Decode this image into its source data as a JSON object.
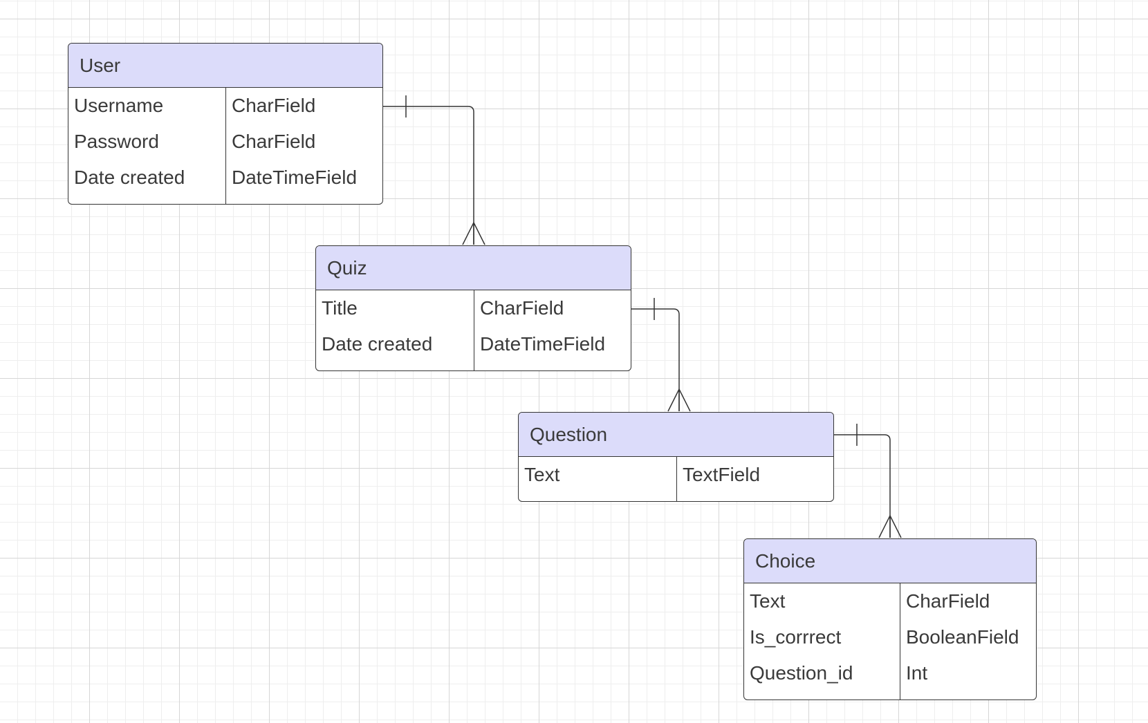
{
  "diagram": {
    "entities": [
      {
        "id": "user",
        "title": "User",
        "rows": [
          {
            "field": "Username",
            "type": "CharField"
          },
          {
            "field": "Password",
            "type": "CharField"
          },
          {
            "field": "Date created",
            "type": "DateTimeField"
          }
        ]
      },
      {
        "id": "quiz",
        "title": "Quiz",
        "rows": [
          {
            "field": "Title",
            "type": "CharField"
          },
          {
            "field": "Date created",
            "type": "DateTimeField"
          }
        ]
      },
      {
        "id": "question",
        "title": "Question",
        "rows": [
          {
            "field": "Text",
            "type": "TextField"
          }
        ]
      },
      {
        "id": "choice",
        "title": "Choice",
        "rows": [
          {
            "field": "Text",
            "type": "CharField"
          },
          {
            "field": "Is_corrrect",
            "type": "BooleanField"
          },
          {
            "field": "Question_id",
            "type": "Int"
          }
        ]
      }
    ],
    "relationships": [
      {
        "from": "user",
        "to": "quiz",
        "from_end": "one",
        "to_end": "many"
      },
      {
        "from": "quiz",
        "to": "question",
        "from_end": "one",
        "to_end": "many"
      },
      {
        "from": "question",
        "to": "choice",
        "from_end": "one",
        "to_end": "many"
      }
    ],
    "colors": {
      "header_fill": "#dcdcfa",
      "border": "#333333",
      "text": "#3a3a3a"
    }
  }
}
